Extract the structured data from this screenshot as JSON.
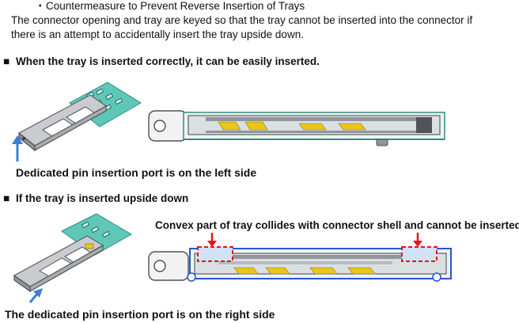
{
  "intro": {
    "bullet": "・",
    "title": "Countermeasure to Prevent Reverse  Insertion of Trays",
    "line1": "The connector opening and tray are keyed so that the tray cannot be inserted into the connector if",
    "line2": "there is an attempt to accidentally insert the tray upside down."
  },
  "correct": {
    "heading_bullet": "■",
    "heading": "When the tray is inserted correctly, it can be easily inserted.",
    "caption": "Dedicated pin insertion port is on the left side"
  },
  "upside_down": {
    "heading_bullet": "■",
    "heading": "If the tray is inserted upside down",
    "collision_note": "Convex part of tray collides with connector shell and cannot be inserted.",
    "caption": "The dedicated pin insertion port is on the right side"
  },
  "colors": {
    "pcb_teal": "#5fc7b8",
    "shell_blue": "#2a54d8",
    "spring_yellow": "#e8c61a",
    "arrow_blue": "#3b7fd4",
    "alert_red": "#e8141a",
    "tray_gray": "#c8ccd0"
  }
}
